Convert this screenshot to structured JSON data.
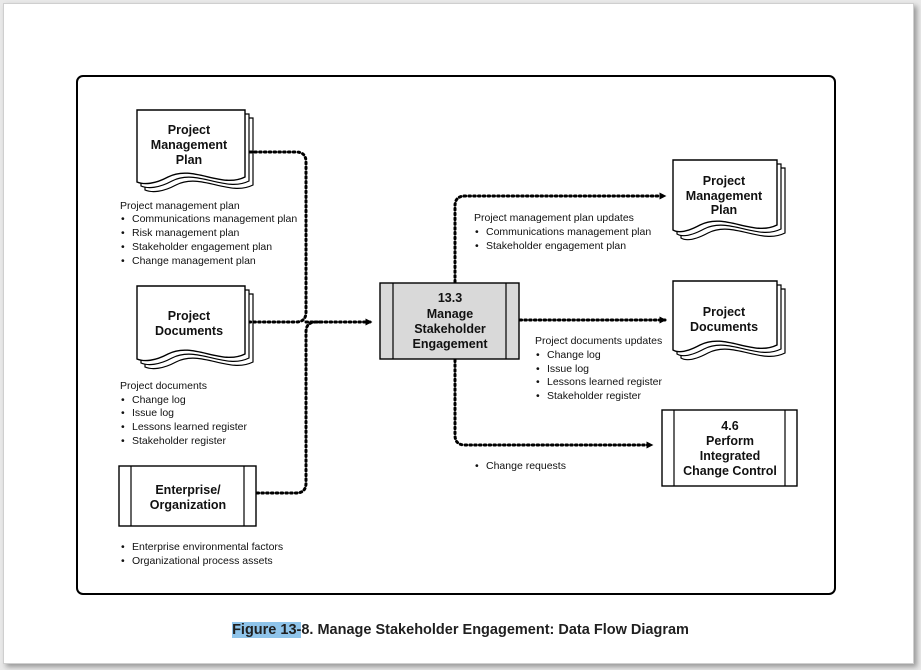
{
  "inputs": {
    "pmp": {
      "title": [
        "Project",
        "Management",
        "Plan"
      ],
      "heading": "Project management plan",
      "items": [
        "Communications management plan",
        "Risk management plan",
        "Stakeholder engagement plan",
        "Change management plan"
      ]
    },
    "docs": {
      "title": [
        "Project",
        "Documents"
      ],
      "heading": "Project documents",
      "items": [
        "Change log",
        "Issue log",
        "Lessons learned register",
        "Stakeholder register"
      ]
    },
    "ent": {
      "title": [
        "Enterprise/",
        "Organization"
      ],
      "items": [
        "Enterprise environmental factors",
        "Organizational process assets"
      ]
    }
  },
  "process": {
    "number": "13.3",
    "name": [
      "Manage",
      "Stakeholder",
      "Engagement"
    ]
  },
  "outputs": {
    "pmp": {
      "title": [
        "Project",
        "Management",
        "Plan"
      ],
      "heading": "Project management plan updates",
      "items": [
        "Communications management plan",
        "Stakeholder engagement plan"
      ]
    },
    "docs": {
      "title": [
        "Project",
        "Documents"
      ],
      "heading": "Project documents updates",
      "items": [
        "Change log",
        "Issue log",
        "Lessons learned register",
        "Stakeholder register"
      ]
    },
    "icc": {
      "title": [
        "4.6",
        "Perform",
        "Integrated",
        "Change Control"
      ],
      "items": [
        "Change requests"
      ]
    }
  },
  "caption": {
    "highlight": "Figure 13-",
    "rest": "8. Manage Stakeholder Engagement: Data Flow Diagram"
  },
  "colors": {
    "process_fill": "#d9d9d9",
    "highlight": "#8fc4ea",
    "line": "#000000"
  },
  "icons": {
    "bullet": "•",
    "arrow": "filled-triangle-arrowhead"
  }
}
